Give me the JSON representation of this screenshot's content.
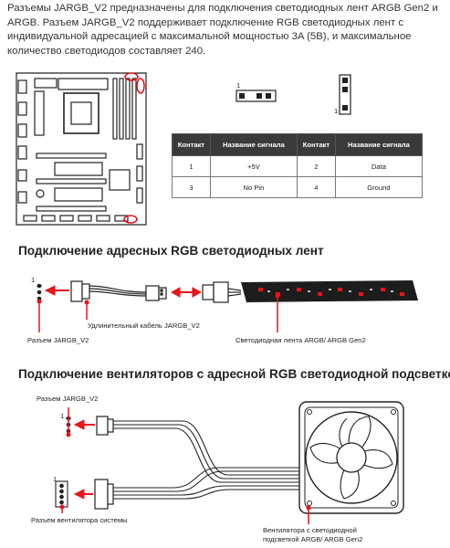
{
  "intro": {
    "text": "Разъемы JARGB_V2 предназначены для подключения светодиодных лент ARGB Gen2 и ARGB. Разъем JARGB_V2 поддерживает подключение RGB светодиодных лент с индивидуальной адресацией с максимальной мощностью 3A (5В), и максимальное количество светодиодов составляет 240."
  },
  "pin_labels": {
    "horizontal": "1",
    "vertical": "1"
  },
  "pin_table": {
    "headers": [
      "Контакт",
      "Название сигнала",
      "Контакт",
      "Название сигнала"
    ],
    "rows": [
      [
        "1",
        "+5V",
        "2",
        "Data"
      ],
      [
        "3",
        "No Pin",
        "4",
        "Ground"
      ]
    ]
  },
  "section1": {
    "title": "Подключение адресных RGB светодиодных лент",
    "pin_one": "1",
    "cable_label": "Удлинительный кабель JARGB_V2",
    "header_label": "Разъем JARGB_V2",
    "strip_label": "Светодиодная лента ARGB/ ARGB Gen2"
  },
  "section2": {
    "title": "Подключение вентиляторов с адресной RGB светодиодной подсветкой",
    "header_label": "Разъем JARGB_V2",
    "pin_one_top": "1",
    "pin_one_bottom": "1",
    "fan_header_label": "Разъем вентилятора системы",
    "fan_label_line1": "Вентилятора с светодиодной",
    "fan_label_line2": "подсветкой ARGB/ ARGB Gen2"
  },
  "colors": {
    "accent": "#e8141c",
    "header_bg": "#3a3a3a",
    "line": "#222222"
  }
}
